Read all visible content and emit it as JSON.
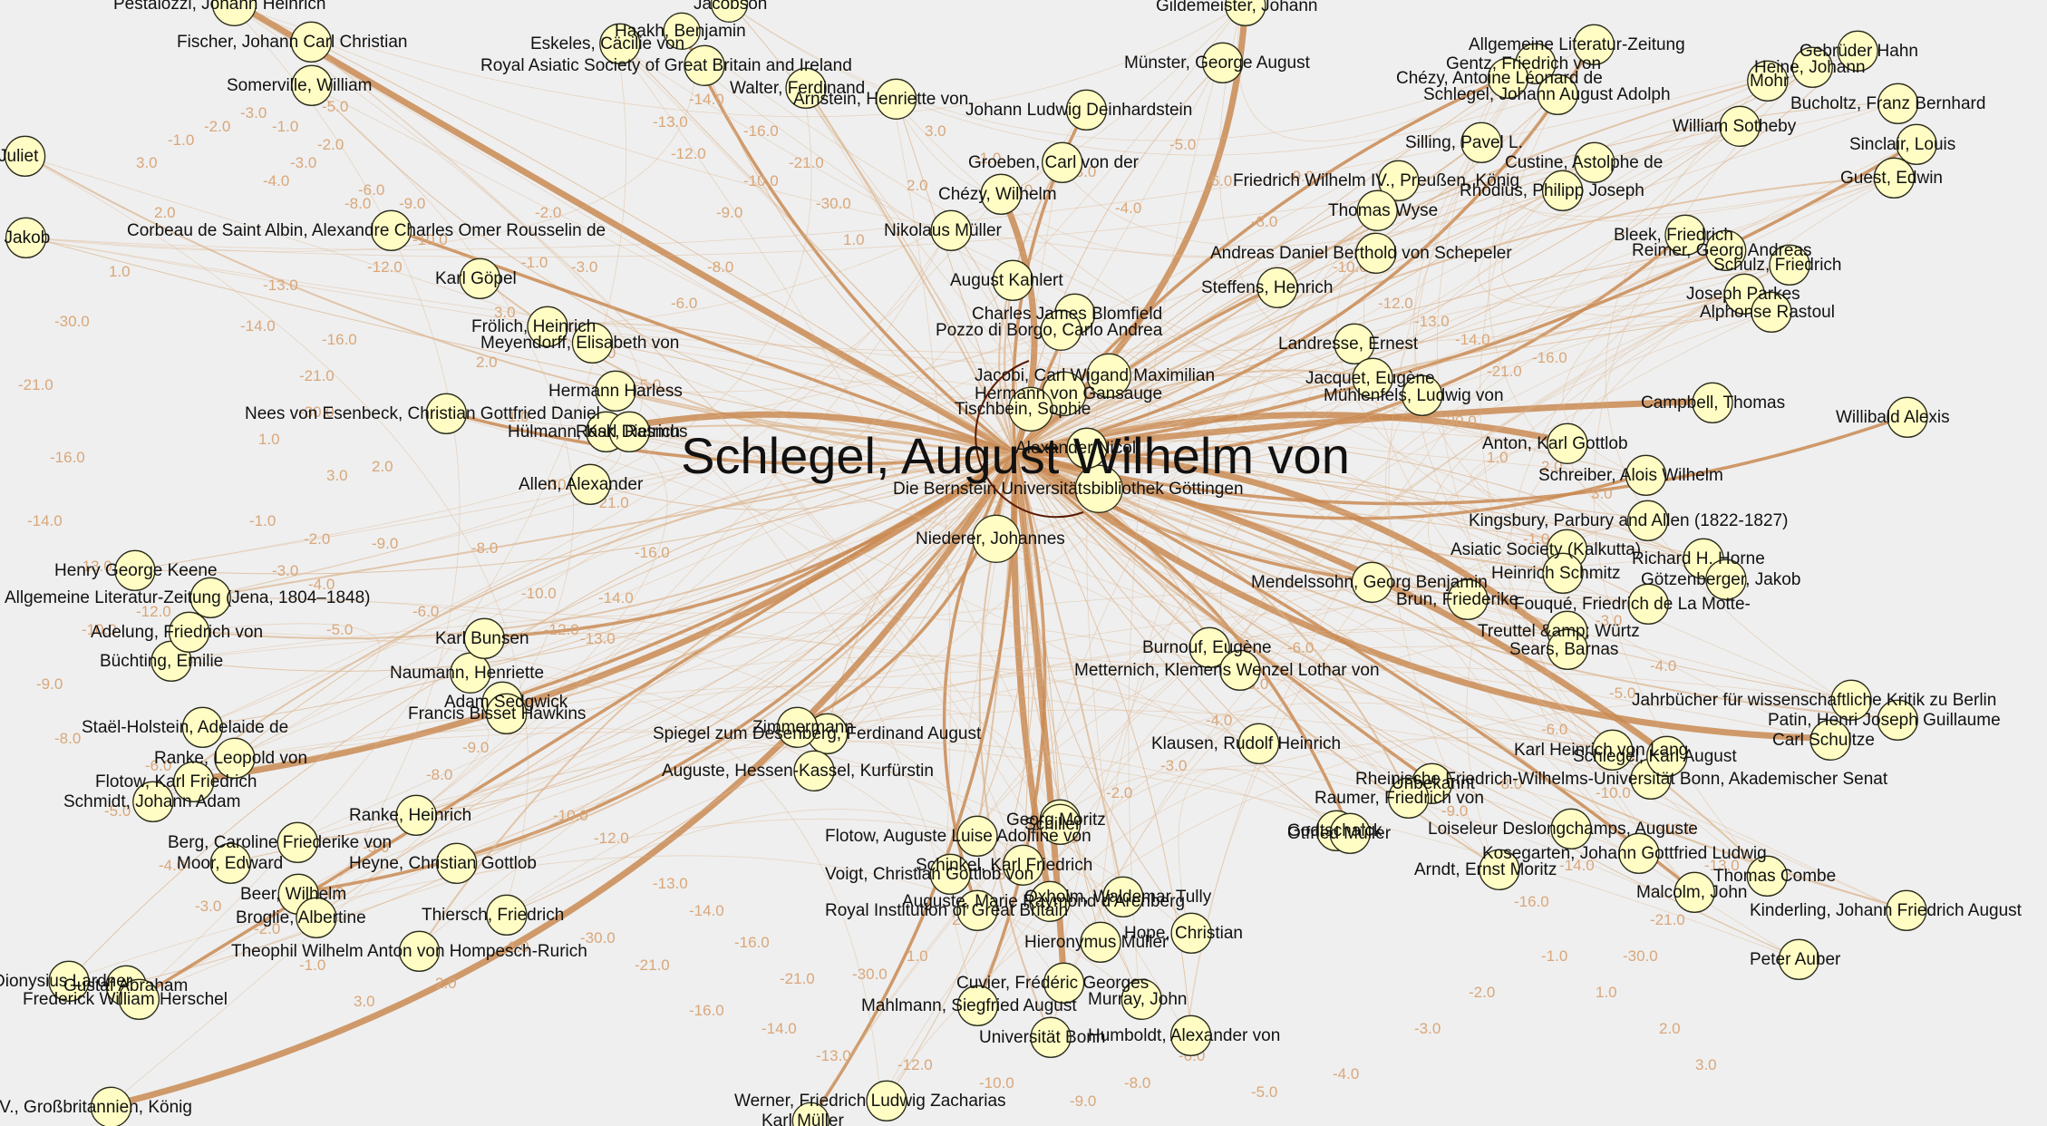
{
  "graph": {
    "central_node": {
      "label": "Schlegel, August Wilhelm von"
    },
    "colors": {
      "background": "#efefef",
      "edge": "#c98a52",
      "edge_light": "#dcb48c",
      "node_fill": "#fffdc4",
      "node_stroke": "#2a2a1a",
      "center_fill": "#9a3000",
      "label": "#111111",
      "edge_label": "#d9a77a"
    },
    "nodes": [
      "Pestalozzi, Johann Heinrich",
      "Fischer, Johann Carl Christian",
      "Somerville, William",
      "Juliet",
      ", Jakob",
      "Corbeau de Saint Albin, Alexandre Charles Omer Rousselin de",
      "Karl Göpel",
      "Frölich, Heinrich",
      "Meyendorff, Elisabeth von",
      "Hermann Harless",
      "Nees von Esenbeck, Christian Gottfried Daniel",
      "Hülmann, Karl Dietrich",
      "Rask, Rasmus",
      "Allen, Alexander",
      "Eskeles, Cäcilie von",
      "Haakh, Benjamin",
      "Jacobson",
      "Royal Asiatic Society of Great Britain and Ireland",
      "Walter, Ferdinand",
      "Arnstein, Henriette von",
      "Johann Ludwig Deinhardstein",
      "Groeben, Carl von der",
      "Chézy, Wilhelm",
      "Nikolaus Müller",
      "August Kahlert",
      "Charles James Blomfield",
      "Pozzo di Borgo, Carlo Andrea",
      "Jacobi, Carl Wigand Maximilian",
      "Hermann von Gansauge",
      "Tischbein, Sophie",
      "Niederer, Johannes",
      "Die Bernstein Universitätsbibliothek Göttingen",
      "Münster, George August",
      "Gildemeister, Johann",
      "Gentz, Friedrich von",
      "Chézy, Antoine Léonard de",
      "Silling, Pavel L.",
      "Friedrich Wilhelm IV., Preußen, König",
      "Thomas Wyse",
      "Andreas Daniel Berthold von Schepeler",
      "Steffens, Henrich",
      "Landresse, Ernest",
      "Jacquet, Eugène",
      "Mühlenfels, Ludwig von",
      "Anton, Karl Gottlob",
      "Schreiber, Alois Wilhelm",
      "Kingsbury, Parbury and Allen (1822-1827)",
      "Asiatic Society (Kalkutta)",
      "Heinrich Schmitz",
      "Richard H. Horne",
      "Mendelssohn, Georg Benjamin",
      "Brun, Friederike",
      "Götzenberger, Jakob",
      "Fouqué, Friedrich de La Motte-",
      "Treuttel &amp; Würtz",
      "Sears, Barnas",
      "Burnouf, Eugène",
      "Metternich, Klemens Wenzel Lothar von",
      "Schlegel, Johann August Adolph",
      "Custine, Astolphe de",
      "Bleek, Friedrich",
      "Reimer, Georg Andreas",
      "Schulz, Friedrich",
      "Joseph Parkes",
      "Alphonse Rastoul",
      "Willibald Alexis",
      "Campbell, Thomas",
      "Rhodius, Philipp Joseph",
      "William Sotheby",
      "Guest, Edwin",
      "Sinclair, Louis",
      "Bucholtz, Franz Bernhard",
      "Mohr",
      "Heine, Johann",
      "Gebrüder Hahn",
      "Allgemeine Literatur-Zeitung",
      "Karl Heinrich von Lang",
      "Carl Schultze",
      "Patin, Henri Joseph Guillaume",
      "Jahrbücher für wissenschaftliche Kritik zu Berlin",
      "Unbekannt",
      "Raumer, Friedrich von",
      "Rheinische Friedrich-Wilhelms-Universität Bonn, Akademischer Senat",
      "Kosegarten, Johann Gottfried Ludwig",
      "Thomas Combe",
      "Malcolm, John",
      "Peter Auber",
      "Kinderling, Johann Friedrich August",
      "Schlegel, Karl August",
      "Spiegel zum Desenberg, Ferdinand August",
      "Zimmermann",
      "Auguste, Hessen-Kassel, Kurfürstin",
      "Klausen, Rudolf Heinrich",
      "Flotow, Auguste Luise Adolfine von",
      "Voigt, Christian Gottlob von",
      "Royal Institution of Great Britain",
      "Oxholm, Waldemar Tully",
      "Hope, Christian",
      "Hieronymus Müller",
      "Cuvier, Frédéric Georges",
      "Mahlmann, Siegfried August",
      "Murray, John",
      "Universität Bonn",
      "Humboldt, Alexander von",
      "Werner, Friedrich Ludwig Zacharias",
      "Karl Müller",
      "Godtschalck",
      "Loiseleur Deslongchamps, Auguste",
      "Arndt, Ernst Moritz",
      "Ranke, Leopold von",
      "Flotow, Karl Friedrich",
      "Schmidt, Johann Adam",
      "Moor, Edward",
      "Berg, Caroline Friederike von",
      "Heyne, Christian Gottlob",
      "Beer, Wilhelm",
      "Broglie, Albertine",
      "Theophil Wilhelm Anton von Hompesch-Rurich",
      "Dionysius Lardner",
      "Gustaf Abraham",
      "Frederick William Herschel",
      "IV., Großbritannien, König",
      "Henry George Keene",
      "Allgemeine Literatur-Zeitung (Jena, 1804–1848)",
      "Büchting, Emilie",
      "Adam Sedgwick",
      "Francis Bisset Hawkins",
      "Staël-Holstein, Adelaide de",
      "Naumann, Henriette",
      "Adelung, Friedrich von",
      "Karl Bunsen",
      "Ranke, Heinrich",
      "Auguste, Marie Raymond d'Arenberg",
      "Thiersch, Friedrich",
      "Schinkel, Karl Friedrich",
      "Otfried Müller",
      "Georg Moritz",
      "Schiller",
      "Alexander Nicoll"
    ],
    "edge_weights": [
      "-1.0",
      "-2.0",
      "-3.0",
      "-4.0",
      "-5.0",
      "-6.0",
      "-8.0",
      "-9.0",
      "-10.0",
      "-12.0",
      "-13.0",
      "-14.0",
      "-16.0",
      "-21.0",
      "-30.0",
      "1.0",
      "2.0",
      "3.0"
    ]
  }
}
